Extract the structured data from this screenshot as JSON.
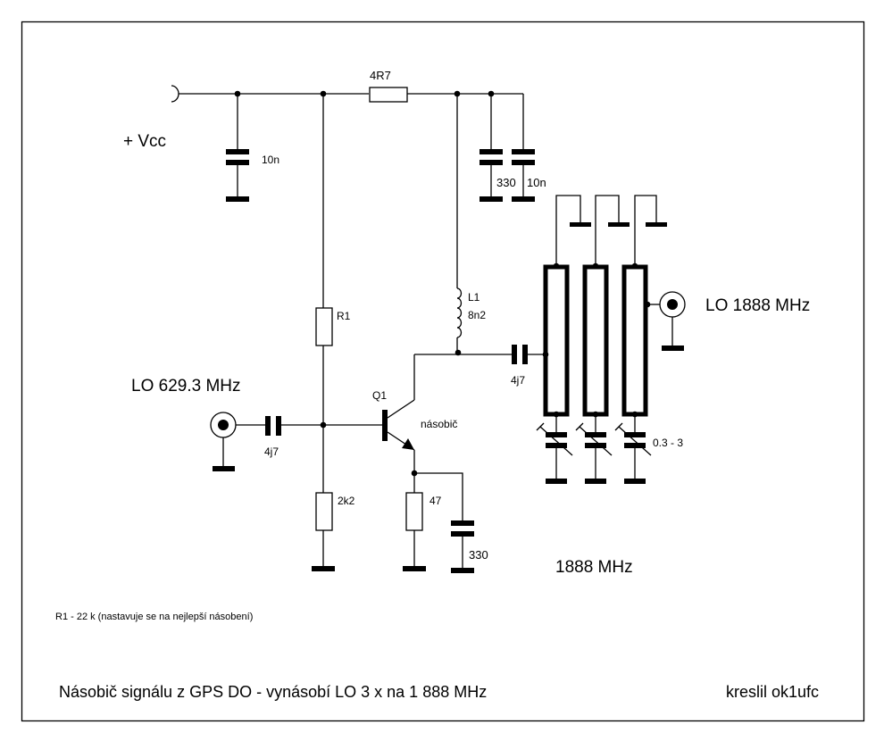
{
  "title": "Násobič signálu z GPS DO - vynásobí LO 3 x na 1 888 MHz",
  "author": "kreslil ok1ufc",
  "note": "R1 - 22 k (nastavuje se na nejlepší násobení)",
  "labels": {
    "vcc": "+ Vcc",
    "input": "LO 629.3 MHz",
    "output": "LO 1888 MHz",
    "filter_freq": "1888 MHz",
    "multiplier": "násobič"
  },
  "components": {
    "c_vcc": "10n",
    "r_supply": "4R7",
    "c_bypass1": "330",
    "c_bypass2": "10n",
    "r1": "R1",
    "r_bias": "2k2",
    "c_in": "4j7",
    "q1": "Q1",
    "l1_name": "L1",
    "l1_value": "8n2",
    "c_out": "4j7",
    "r_emitter": "47",
    "c_emitter": "330",
    "trimmer": "0.3 - 3"
  },
  "colors": {
    "ink": "#000000",
    "paper": "#ffffff"
  }
}
